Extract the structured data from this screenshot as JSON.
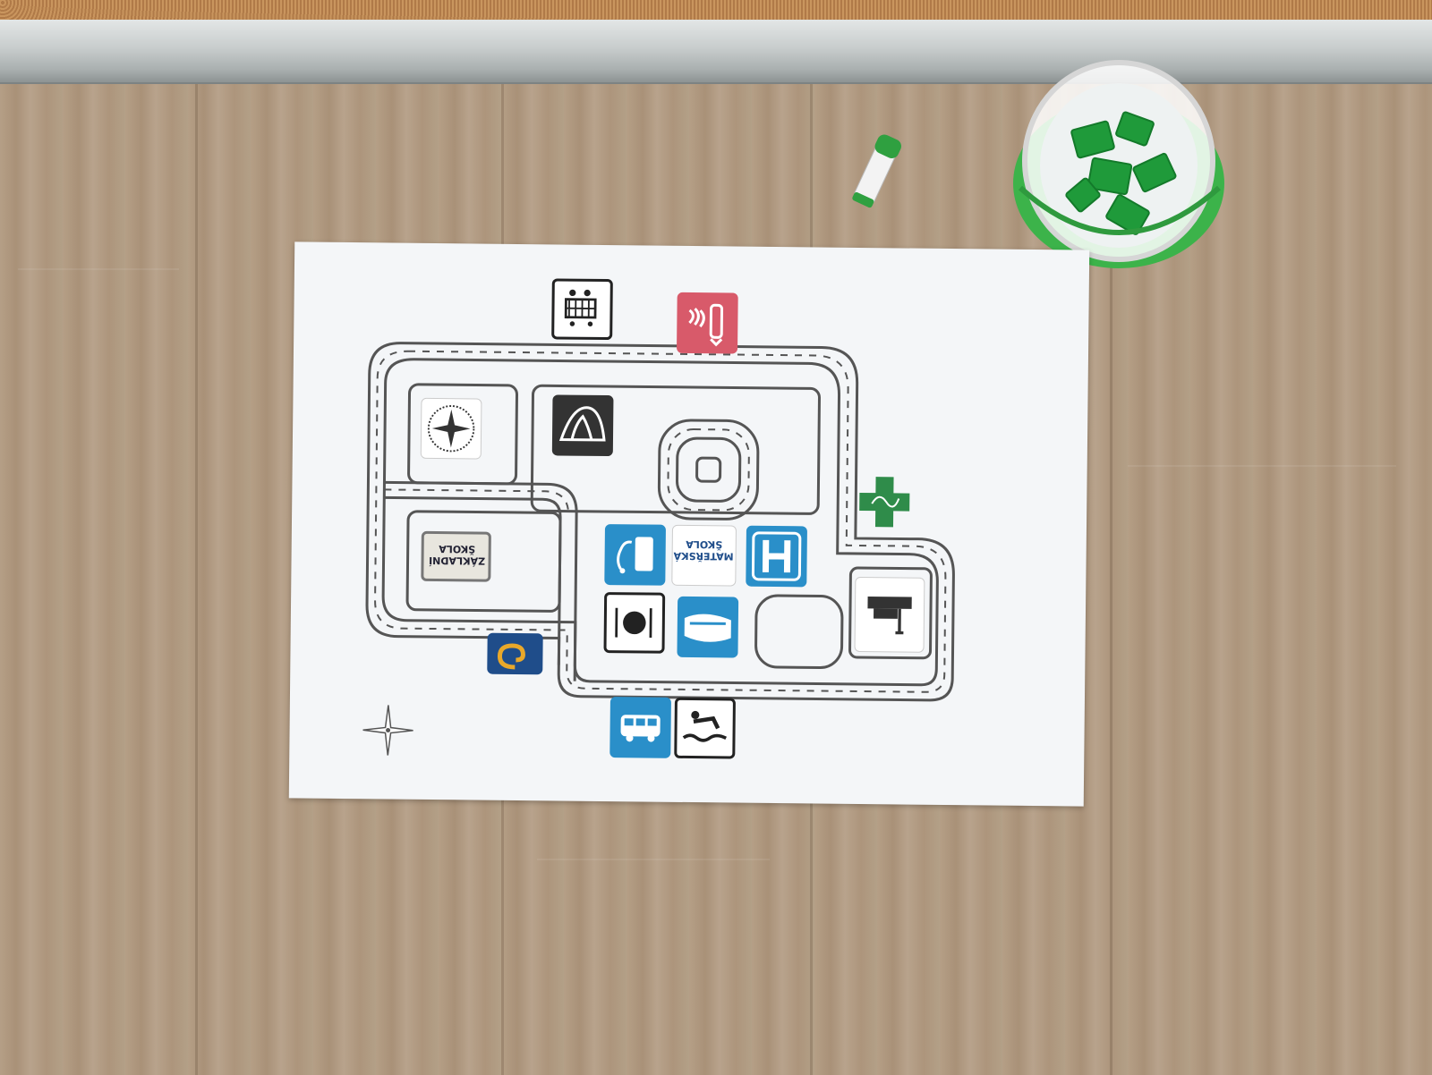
{
  "scene": {
    "colors": {
      "floor": "#b3a087",
      "paper": "#f4f6f8",
      "road": "#555555",
      "sign_blue": "#2a8fc9",
      "sign_green": "#2f8c4a",
      "sign_red": "#d85a6a",
      "bucket_green": "#3cb34a"
    }
  },
  "map": {
    "signs": {
      "materska_skola": {
        "line1": "MATEŘSKÁ",
        "line2": "ŠKOLA"
      },
      "zakladni_skola": {
        "line1": "ZÁKLADNÍ",
        "line2": "ŠKOLA"
      }
    },
    "icons": [
      "shopping-cart-icon",
      "fire-extinguisher-icon",
      "police-badge-icon",
      "tent-icon",
      "roundabout-icon",
      "pharmacy-cross-icon",
      "info-phone-icon",
      "hospital-h-icon",
      "restaurant-icon",
      "train-icon",
      "factory-icon",
      "post-office-icon",
      "bus-icon",
      "swimming-icon",
      "compass-rose-icon"
    ]
  }
}
